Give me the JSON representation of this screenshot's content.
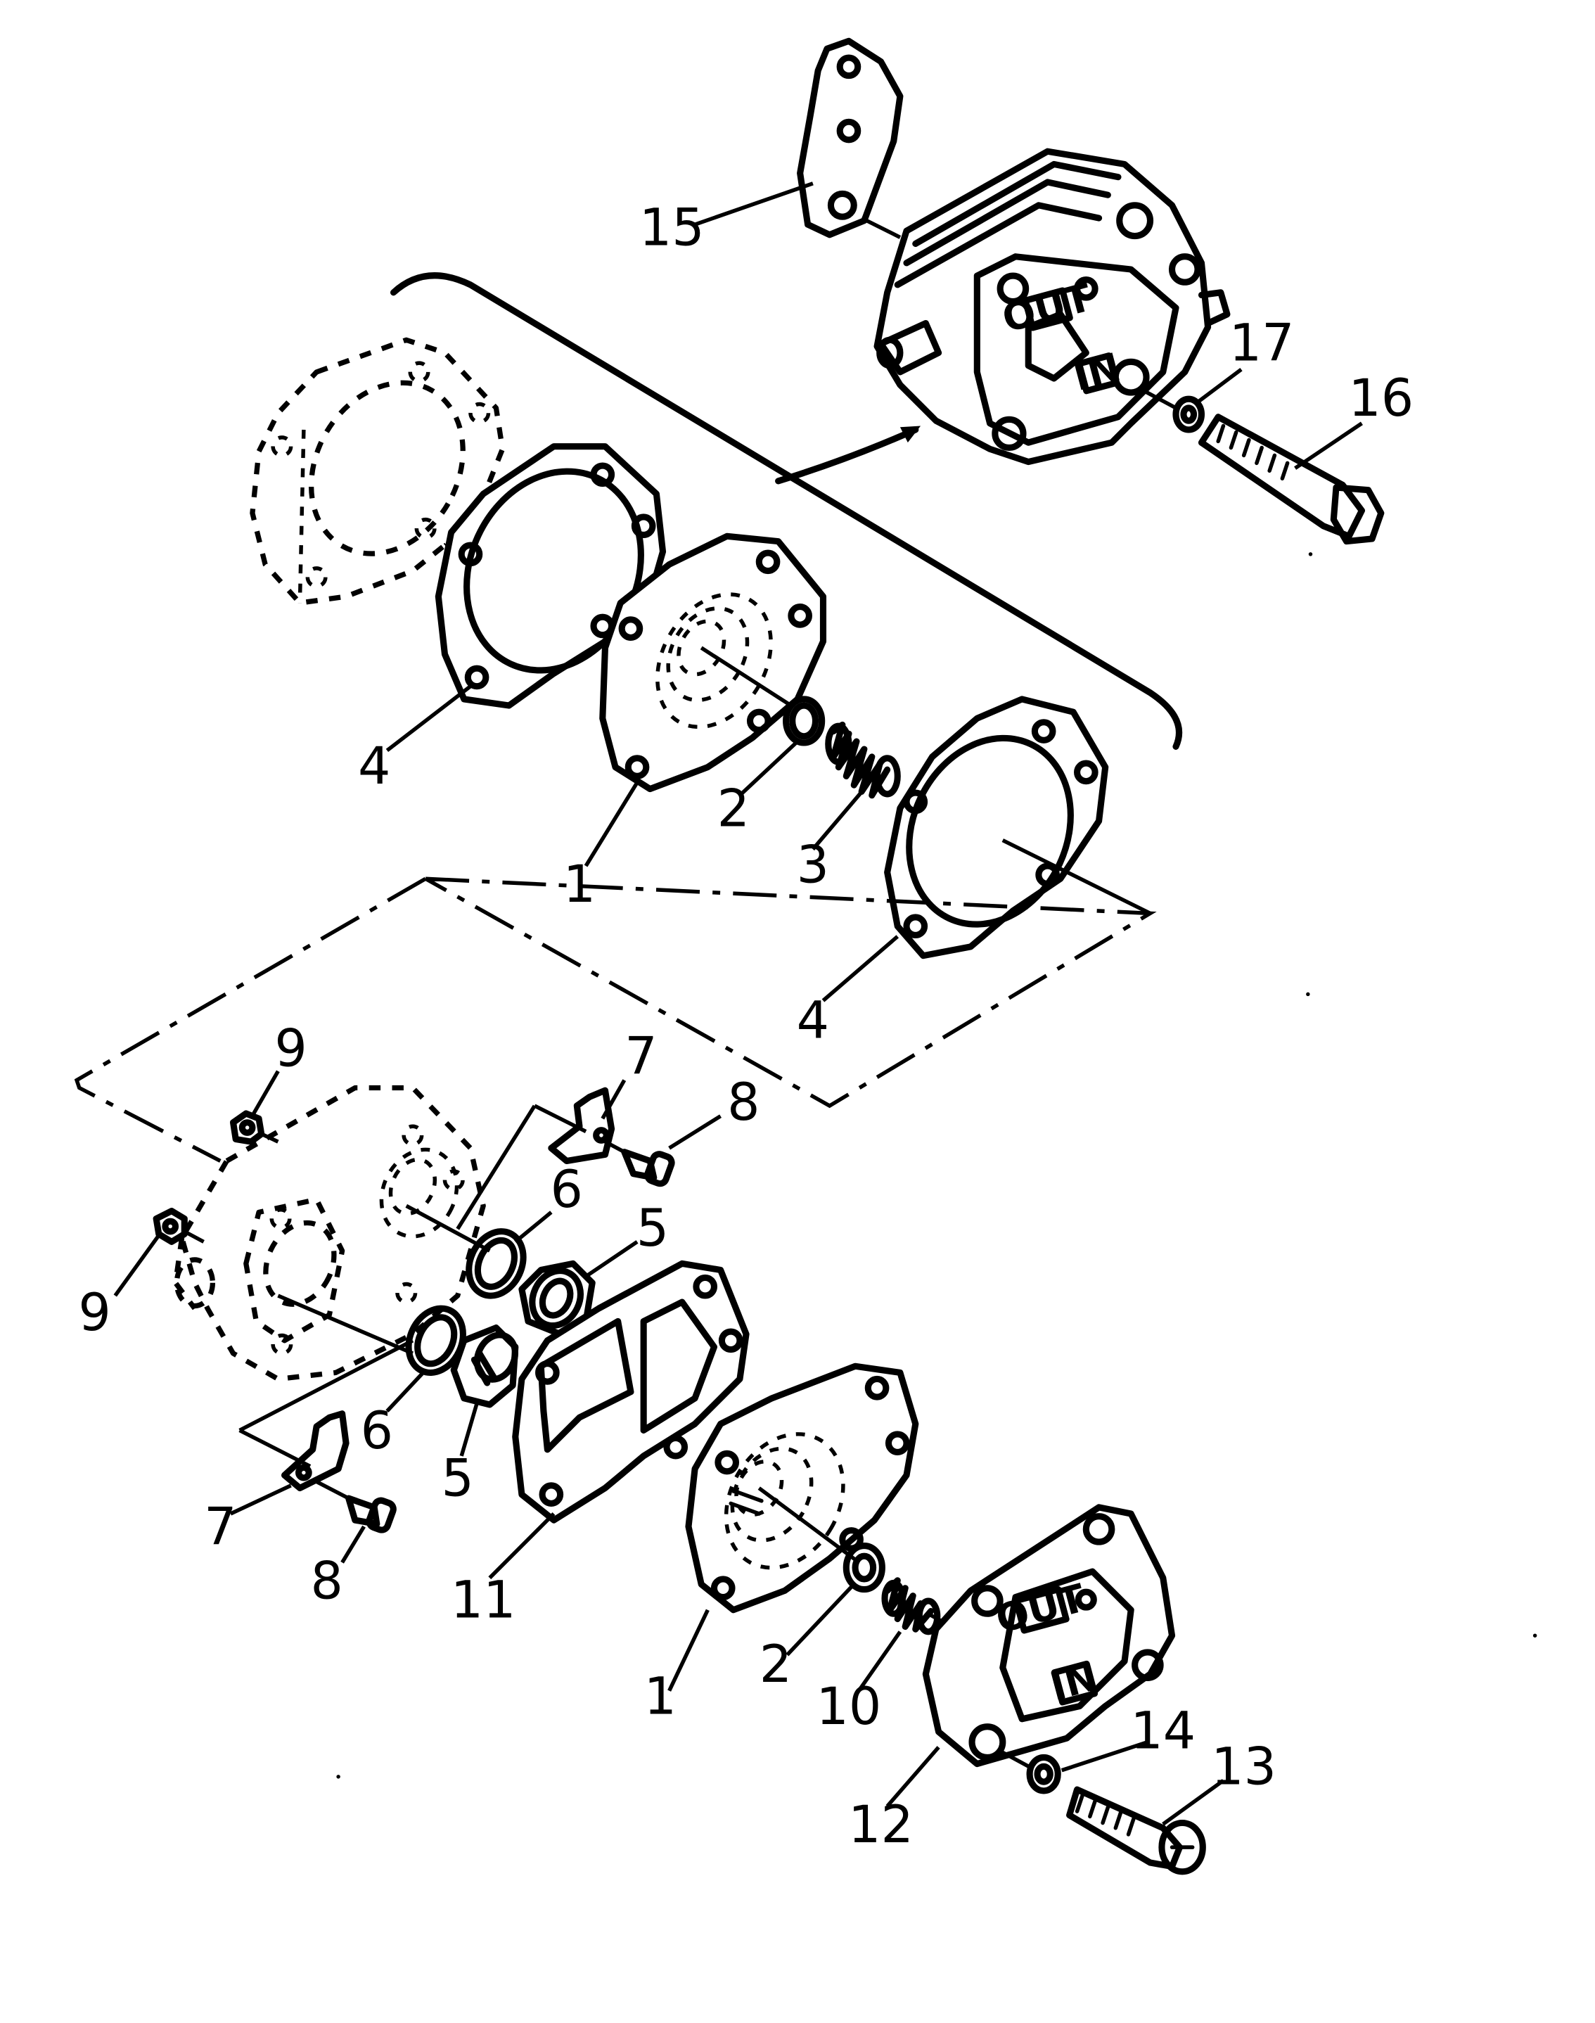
{
  "stamps": {
    "out": "OUT",
    "in": "IN"
  },
  "callouts": [
    {
      "id": "c15",
      "text": "15"
    },
    {
      "id": "c17",
      "text": "17"
    },
    {
      "id": "c16",
      "text": "16"
    },
    {
      "id": "c4a",
      "text": "4"
    },
    {
      "id": "c1a",
      "text": "1"
    },
    {
      "id": "c2a",
      "text": "2"
    },
    {
      "id": "c3",
      "text": "3"
    },
    {
      "id": "c4b",
      "text": "4"
    },
    {
      "id": "c9a",
      "text": "9"
    },
    {
      "id": "c7a",
      "text": "7"
    },
    {
      "id": "c8a",
      "text": "8"
    },
    {
      "id": "c6a",
      "text": "6"
    },
    {
      "id": "c5a",
      "text": "5"
    },
    {
      "id": "c9b",
      "text": "9"
    },
    {
      "id": "c6b",
      "text": "6"
    },
    {
      "id": "c5b",
      "text": "5"
    },
    {
      "id": "c7b",
      "text": "7"
    },
    {
      "id": "c8b",
      "text": "8"
    },
    {
      "id": "c11",
      "text": "11"
    },
    {
      "id": "c1b",
      "text": "1"
    },
    {
      "id": "c2b",
      "text": "2"
    },
    {
      "id": "c10",
      "text": "10"
    },
    {
      "id": "c14",
      "text": "14"
    },
    {
      "id": "c13",
      "text": "13"
    },
    {
      "id": "c12",
      "text": "12"
    }
  ]
}
